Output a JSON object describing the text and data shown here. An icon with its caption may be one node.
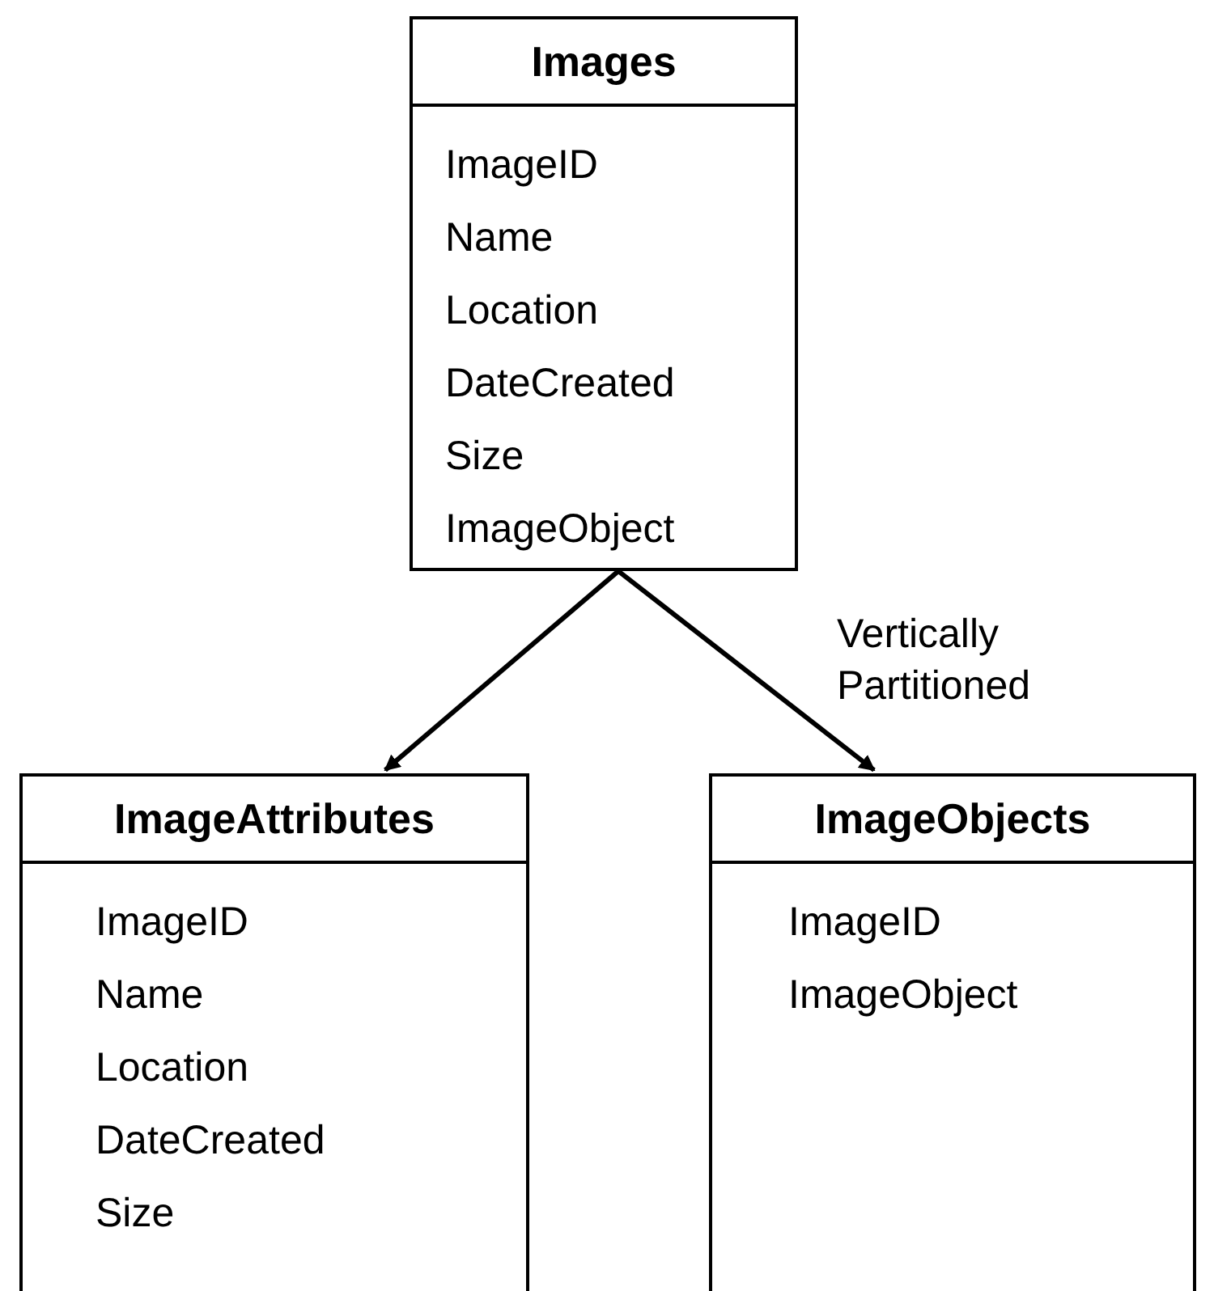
{
  "diagram": {
    "nodes": [
      {
        "text": [
          "Images",
          "ImageID",
          "Name",
          "Location",
          "DateCreated",
          "Size",
          "ImageObject"
        ]
      },
      {
        "text": [
          "ImageAttributes",
          "ImageID",
          "Name",
          "Location",
          "DateCreated",
          "Size"
        ]
      },
      {
        "text": [
          "ImageObjects",
          "ImageID",
          "ImageObject"
        ]
      }
    ],
    "edges": [
      {
        "from": 0,
        "to": 1,
        "arrow": "to"
      },
      {
        "from": 0,
        "to": 2,
        "arrow": "to"
      }
    ],
    "labels": [
      "Vertically Partitioned"
    ]
  }
}
